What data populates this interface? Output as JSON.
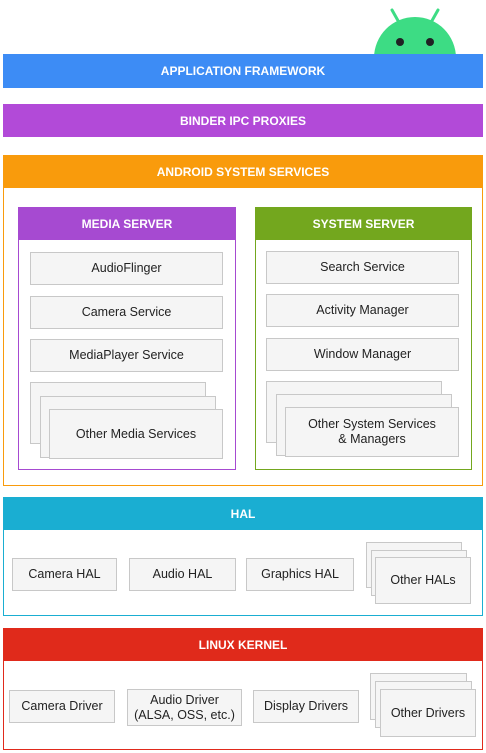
{
  "colors": {
    "framework": "#3d8cf5",
    "binder": "#b24ad8",
    "services": "#f99b0c",
    "media": "#a64ad1",
    "system": "#73a71e",
    "hal": "#1aaed2",
    "kernel": "#e02a1b",
    "android": "#3ddc84"
  },
  "icons": {
    "logo": "android-robot-icon"
  },
  "layers": {
    "framework": "APPLICATION FRAMEWORK",
    "binder": "BINDER IPC PROXIES",
    "services": "ANDROID SYSTEM SERVICES",
    "hal": "HAL",
    "kernel": "LINUX KERNEL"
  },
  "media_server": {
    "title": "MEDIA SERVER",
    "items": [
      "AudioFlinger",
      "Camera Service",
      "MediaPlayer Service"
    ],
    "other": "Other Media Services"
  },
  "system_server": {
    "title": "SYSTEM SERVER",
    "items": [
      "Search Service",
      "Activity Manager",
      "Window Manager"
    ],
    "other_line1": "Other System Services",
    "other_line2": "& Managers"
  },
  "hal_modules": {
    "items": [
      "Camera HAL",
      "Audio HAL",
      "Graphics HAL"
    ],
    "other": "Other HALs"
  },
  "drivers": {
    "camera": "Camera Driver",
    "audio_line1": "Audio Driver",
    "audio_line2": "(ALSA, OSS, etc.)",
    "display": "Display Drivers",
    "other": "Other Drivers"
  }
}
